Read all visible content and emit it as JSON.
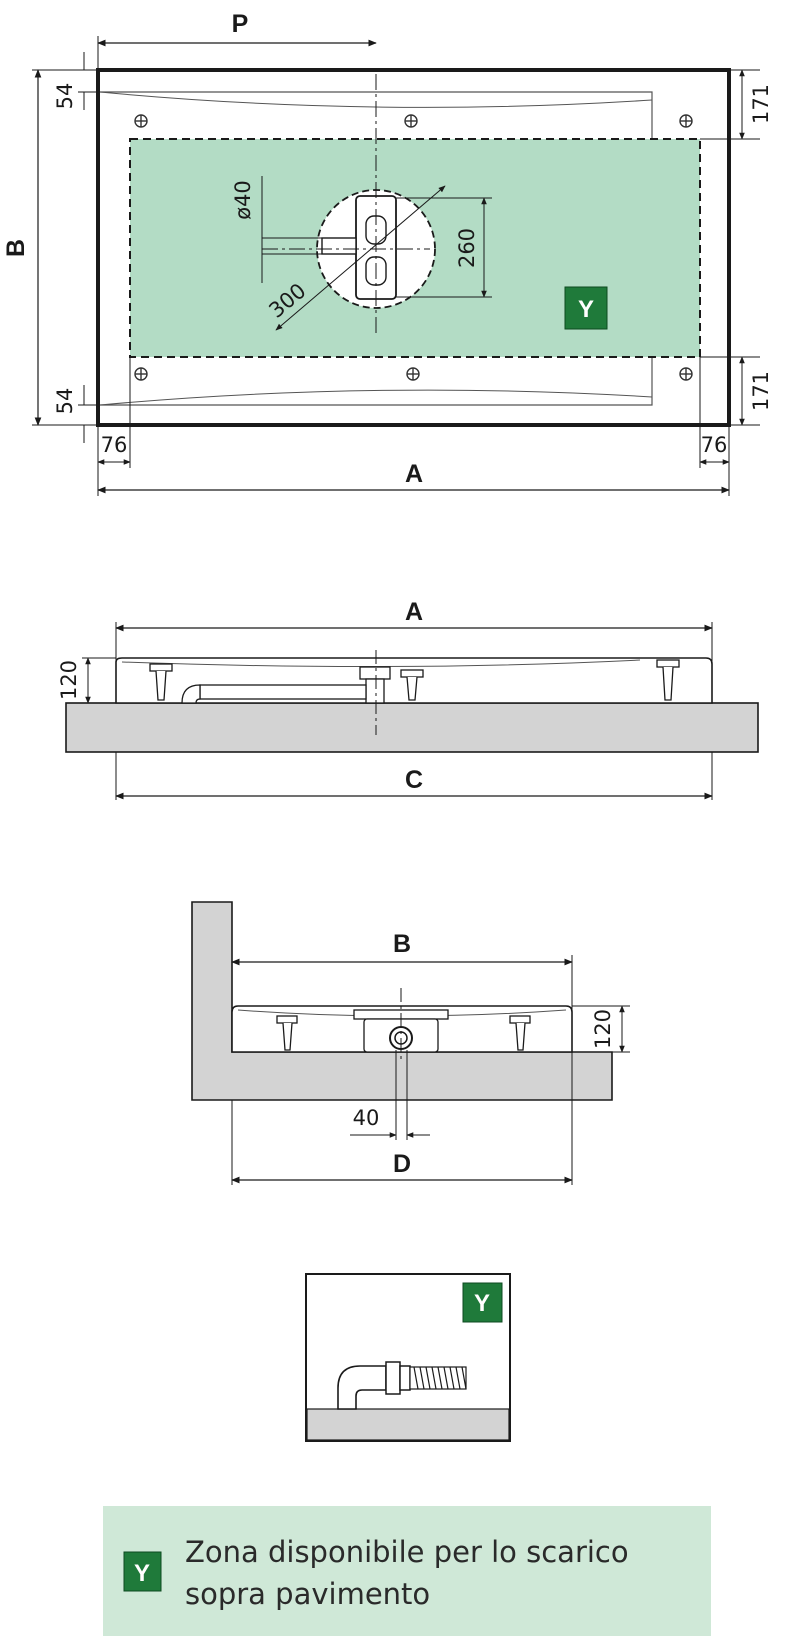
{
  "plan_view": {
    "dim_p": "P",
    "dim_b": "B",
    "dim_a": "A",
    "dim_top_left": "54",
    "dim_bottom_left": "54",
    "dim_top_right": "171",
    "dim_bottom_right": "171",
    "dim_left_offset": "76",
    "dim_right_offset": "76",
    "dim_drain_diameter": "ø40",
    "dim_drain_circle": "300",
    "dim_drain_height": "260",
    "zone_badge": "Y"
  },
  "front_view": {
    "dim_a": "A",
    "dim_c": "C",
    "dim_height": "120"
  },
  "side_view": {
    "dim_b": "B",
    "dim_d": "D",
    "dim_height": "120",
    "dim_pipe": "40"
  },
  "detail_view": {
    "zone_badge": "Y"
  },
  "legend": {
    "badge": "Y",
    "line1": "Zona disponibile per lo scarico",
    "line2": "sopra pavimento"
  },
  "colors": {
    "zone_fill": "#b3dcc5",
    "badge_green": "#1f7a3a",
    "floor_gray": "#d3d3d3",
    "legend_bg": "#cfe8d7",
    "line": "#1a1a1a"
  }
}
